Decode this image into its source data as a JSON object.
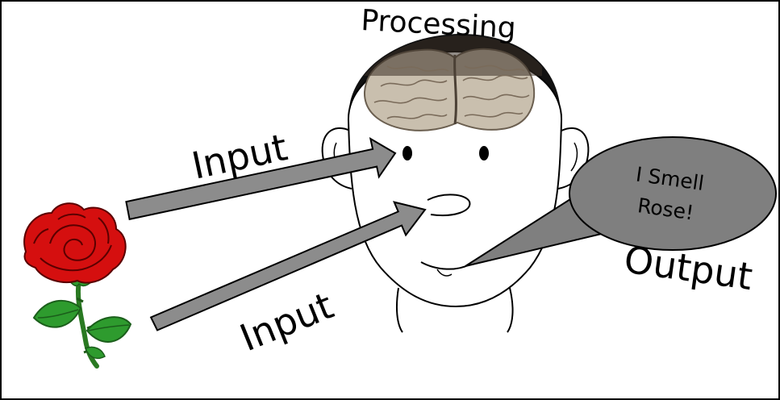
{
  "labels": {
    "processing": "Processing",
    "input_eye": "Input",
    "input_nose": "Input",
    "output": "Output"
  },
  "speech_bubble": {
    "line1": "I Smell",
    "line2": "Rose!"
  },
  "icons": {
    "flower": "rose-icon",
    "head": "human-head-icon",
    "brain": "brain-icon"
  },
  "colors": {
    "arrow_fill": "#8c8c8c",
    "bubble_fill": "#7f7f7f",
    "rose_red": "#d50f0f",
    "leaf_green": "#2e9b2e",
    "brain_tint": "#c9bfae",
    "outline": "#000000"
  }
}
